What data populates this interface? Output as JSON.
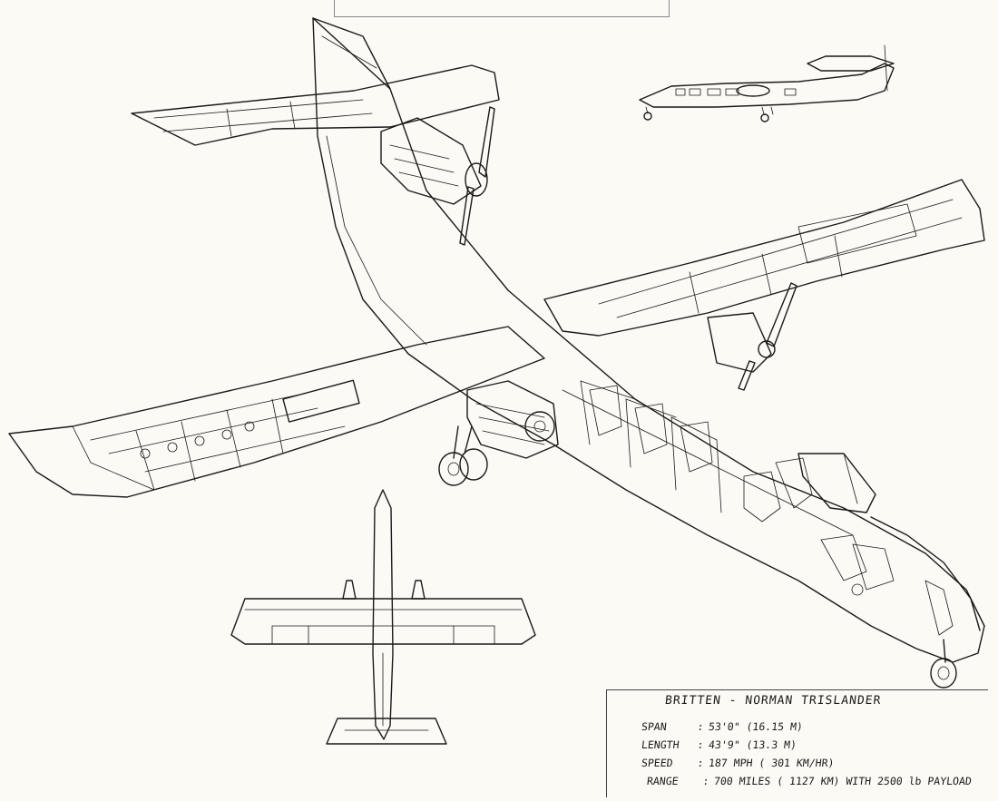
{
  "title": "BRITTEN - NORMAN TRISLANDER",
  "specs": [
    {
      "label": "SPAN",
      "value": "53'0\" (16.15 M)"
    },
    {
      "label": "LENGTH",
      "value": "43'9\" (13.3 M)"
    },
    {
      "label": "SPEED",
      "value": "187 MPH ( 301 KM/HR)"
    },
    {
      "label": "RANGE",
      "value": "700 MILES ( 1127 KM) WITH 2500 lb PAYLOAD"
    }
  ],
  "views": {
    "main": "cutaway-perspective",
    "inset": "side-elevation",
    "plan": "plan-view"
  },
  "ink_color": "#1a1a1a",
  "paper_color": "#fbfaf5"
}
